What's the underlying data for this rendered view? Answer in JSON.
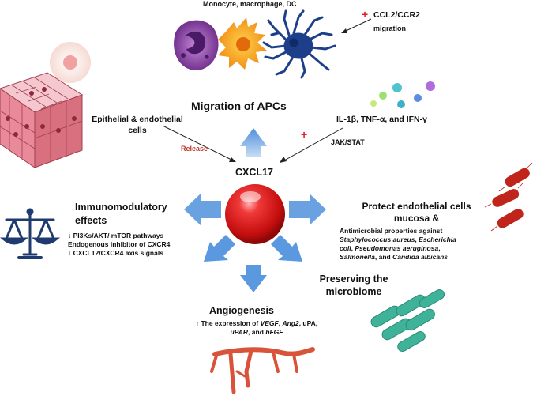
{
  "apc": {
    "header": "Monocyte, macrophage, DC",
    "ccl2": "CCL2/CCR2",
    "plus": "+",
    "migration": "migration",
    "title": "Migration of APCs"
  },
  "epithelial": {
    "label_line1": "Epithelial & endothelial",
    "label_line2": "cells",
    "release": "Release"
  },
  "cytokines": {
    "label": "IL-1β, TNF-α, and IFN-γ",
    "plus": "+",
    "pathway": "JAK/STAT"
  },
  "center": {
    "label": "CXCL17"
  },
  "immuno": {
    "title_line1": "Immunomodulatory",
    "title_line2": "effects",
    "item1": "↓ PI3Ks/AKT/ mTOR pathways",
    "item2": "Endogenous inhibitor of CXCR4",
    "item3": "↓ CXCL12/CXCR4 axis signals"
  },
  "protect": {
    "title_line1": "Protect endothelial cells",
    "title_line2": "mucosa &",
    "l1a": "Antimicrobial properties against",
    "l2a": "Staphylococcus aureus",
    "l2b": ", ",
    "l2c": "Escherichia",
    "l3a": "coli",
    "l3b": ", ",
    "l3c": "Pseudomonas aeruginosa",
    "l3d": ",",
    "l4a": "Salmonella",
    "l4b": ", and ",
    "l4c": "Candida albicans"
  },
  "microbiome": {
    "line1": "Preserving the",
    "line2": "microbiome"
  },
  "angio": {
    "title": "Angiogenesis",
    "l1a": "↑ The expression of ",
    "l1b": "VEGF",
    "l1c": ", ",
    "l1d": "Ang2",
    "l1e": ", uPA,",
    "l2a": "uPAR",
    "l2b": ", and ",
    "l2c": "bFGF"
  },
  "colors": {
    "arrow_blue": "#5b9be0",
    "center_red": "#d81a1a",
    "plus_red": "#e02020",
    "release_red": "#c0392b",
    "bacteria_red": "#c0251c",
    "bacteria_green": "#3fb39a",
    "scale_navy": "#1f3a6e",
    "vessel_red": "#d9533a"
  },
  "icons": [
    "monocyte-icon",
    "macrophage-icon",
    "dendritic-cell-icon",
    "epithelium-icon",
    "cytokine-spheres-icon",
    "balance-scale-icon",
    "red-bacteria-icon",
    "green-bacteria-icon",
    "blood-vessels-icon",
    "cxcl17-sphere-icon"
  ]
}
